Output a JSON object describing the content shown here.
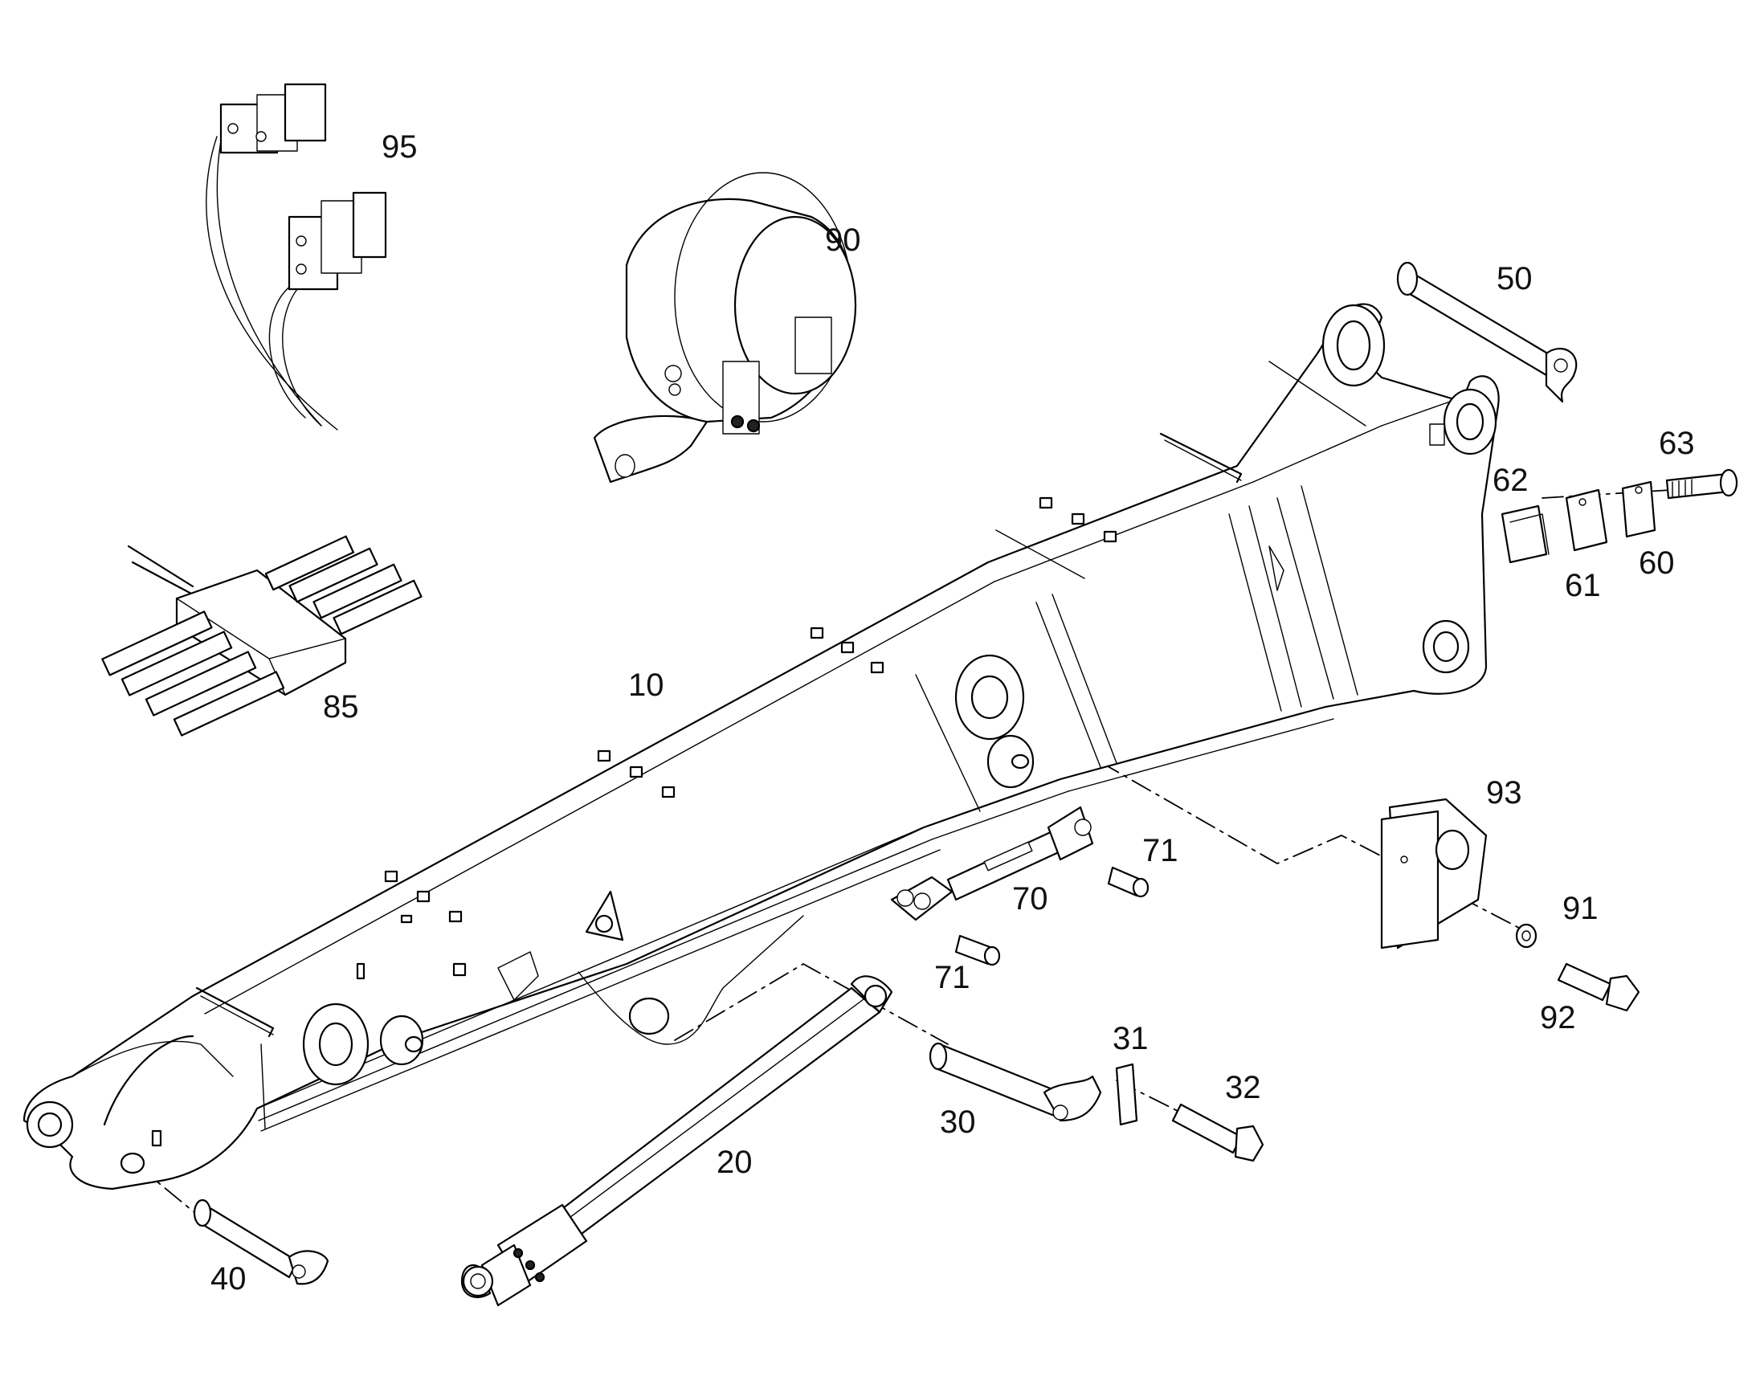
{
  "callouts": {
    "c95": "95",
    "c90": "90",
    "c50": "50",
    "c63": "63",
    "c62": "62",
    "c61": "61",
    "c60": "60",
    "c85": "85",
    "c10": "10",
    "c93": "93",
    "c71a": "71",
    "c70": "70",
    "c91": "91",
    "c71b": "71",
    "c92": "92",
    "c31": "31",
    "c32": "32",
    "c30": "30",
    "c20": "20",
    "c40": "40"
  },
  "parts": [
    {
      "callout": "10",
      "component": "boom-arm"
    },
    {
      "callout": "20",
      "component": "hydraulic-cylinder"
    },
    {
      "callout": "30",
      "component": "pin"
    },
    {
      "callout": "31",
      "component": "plate"
    },
    {
      "callout": "32",
      "component": "bolt"
    },
    {
      "callout": "40",
      "component": "pin"
    },
    {
      "callout": "50",
      "component": "pin"
    },
    {
      "callout": "60",
      "component": "plate"
    },
    {
      "callout": "61",
      "component": "plate"
    },
    {
      "callout": "62",
      "component": "shim-pack"
    },
    {
      "callout": "63",
      "component": "bolt"
    },
    {
      "callout": "70",
      "component": "turnbuckle"
    },
    {
      "callout": "71",
      "component": "pin"
    },
    {
      "callout": "85",
      "component": "hydraulic-block"
    },
    {
      "callout": "90",
      "component": "sensor"
    },
    {
      "callout": "91",
      "component": "washer"
    },
    {
      "callout": "92",
      "component": "bolt"
    },
    {
      "callout": "93",
      "component": "bracket"
    },
    {
      "callout": "95",
      "component": "connectors"
    }
  ]
}
